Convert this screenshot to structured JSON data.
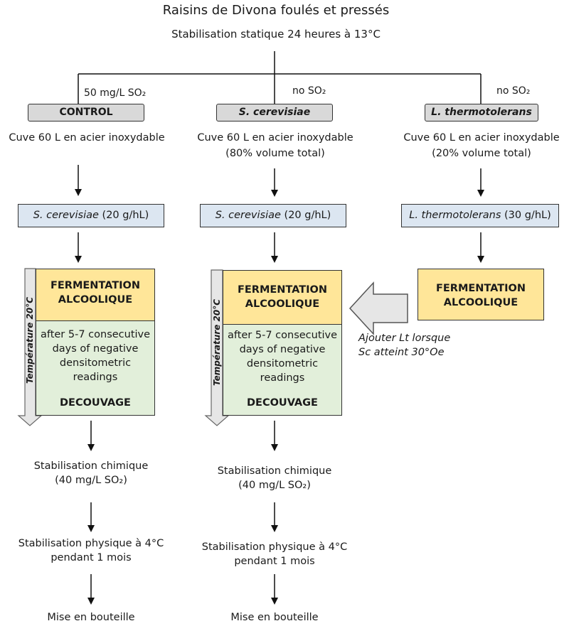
{
  "header": {
    "title": "Raisins de Divona foulés et pressés",
    "subtitle": "Stabilisation statique 24 heures à 13°C"
  },
  "columns": {
    "control": {
      "so2_label": "50 mg/L SO₂",
      "name": "CONTROL",
      "vessel": "Cuve 60 L en acier inoxydable",
      "inoculum_species": "S. cerevisiae",
      "inoculum_dose": " (20 g/hL)"
    },
    "scer": {
      "so2_label": "no SO₂",
      "name": "S. cerevisiae",
      "vessel": "Cuve 60 L en acier inoxydable",
      "vessel_share": "(80% volume total)",
      "inoculum_species": "S. cerevisiae",
      "inoculum_dose": " (20 g/hL)"
    },
    "lthermo": {
      "so2_label": "no SO₂",
      "name": "L. thermotolerans",
      "vessel": "Cuve 60 L en acier inoxydable",
      "vessel_share": "(20% volume total)",
      "inoculum_species": "L. thermotolerans",
      "inoculum_dose": " (30 g/hL)",
      "fermentation_1": "FERMENTATION",
      "fermentation_2": "ALCOOLIQUE"
    }
  },
  "fermentation": {
    "line1": "FERMENTATION",
    "line2": "ALCOOLIQUE",
    "cond1": "after 5-7 consecutive",
    "cond2": "days of negative",
    "cond3": "densitometric",
    "cond4": "readings",
    "decouvage": "DECOUVAGE",
    "temperature": "Température 20°C"
  },
  "transfer_note": {
    "line1": "Ajouter Lt lorsque",
    "line2": "Sc atteint 30°Oe"
  },
  "steps": {
    "chem1": "Stabilisation chimique",
    "chem2": "(40 mg/L SO₂)",
    "phys1": "Stabilisation physique à 4°C",
    "phys2": "pendant 1 mois",
    "bottle": "Mise en bouteille"
  },
  "colors": {
    "gray_box": "#d9d9d9",
    "blue_box": "#dce6f1",
    "yellow_box": "#ffe699",
    "green_box": "#e2efda",
    "temp_arrow": "#e6e6e6"
  }
}
